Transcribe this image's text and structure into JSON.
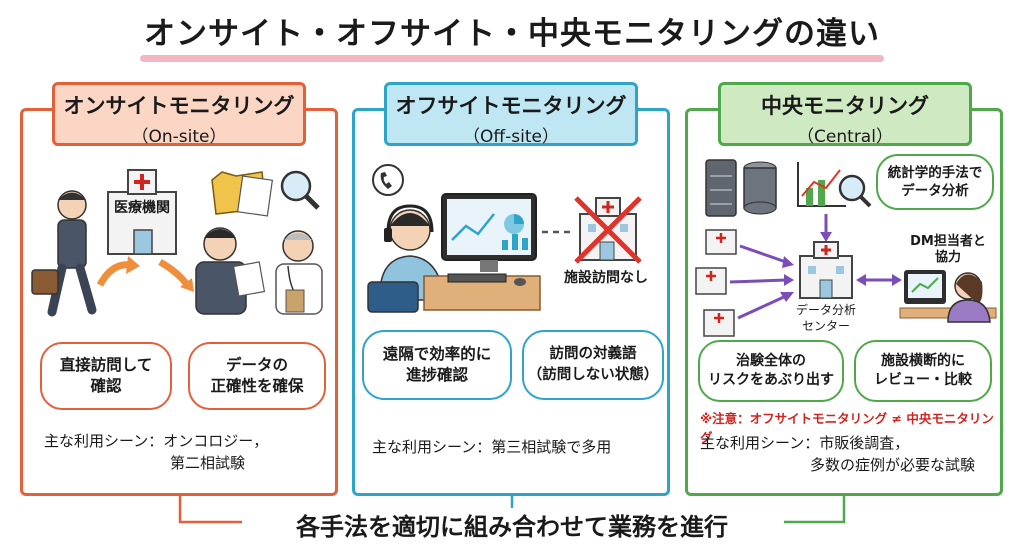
{
  "title": "オンサイト・オフサイト・中央モニタリングの違い",
  "onsite": {
    "title": "オンサイトモニタリング",
    "subtitle": "（On-site）",
    "building_label": "医療機関",
    "bubble1": [
      "直接訪問して",
      "確認"
    ],
    "bubble2": [
      "データの",
      "正確性を確保"
    ],
    "scene": [
      "主な利用シーン：オンコロジー，",
      "第二相試験"
    ]
  },
  "offsite": {
    "title": "オフサイトモニタリング",
    "subtitle": "（Off-site）",
    "no_visit_label": "施設訪問なし",
    "bubble1": [
      "遠隔で効率的に",
      "進捗確認"
    ],
    "bubble2": [
      "訪問の対義語",
      "（訪問しない状態）"
    ],
    "scene": [
      "主な利用シーン：第三相試験で多用"
    ]
  },
  "central": {
    "title": "中央モニタリング",
    "subtitle": "（Central）",
    "stats_bubble": [
      "統計学的手法で",
      "データ分析"
    ],
    "dm_label": [
      "DM担当者と",
      "協力"
    ],
    "center_label": [
      "データ分析",
      "センター"
    ],
    "bubble1": [
      "治験全体の",
      "リスクをあぶり出す"
    ],
    "bubble2": [
      "施設横断的に",
      "レビュー・比較"
    ],
    "note": "※注意：オフサイトモニタリング ≠ 中央モニタリング",
    "scene": [
      "主な利用シーン：市販後調査，",
      "多数の症例が必要な試験"
    ]
  },
  "footer": "各手法を適切に組み合わせて業務を進行",
  "colors": {
    "onsite": "#e2603a",
    "offsite": "#2ea4c9",
    "central": "#4fa84a",
    "accent_pink": "#f3a9b8",
    "warning_red": "#d0241f"
  },
  "icons": [
    "hospital-icon",
    "folder-icon",
    "magnifier-icon",
    "phone-icon",
    "computer-icon",
    "server-icon",
    "chart-icon",
    "person-icon"
  ]
}
